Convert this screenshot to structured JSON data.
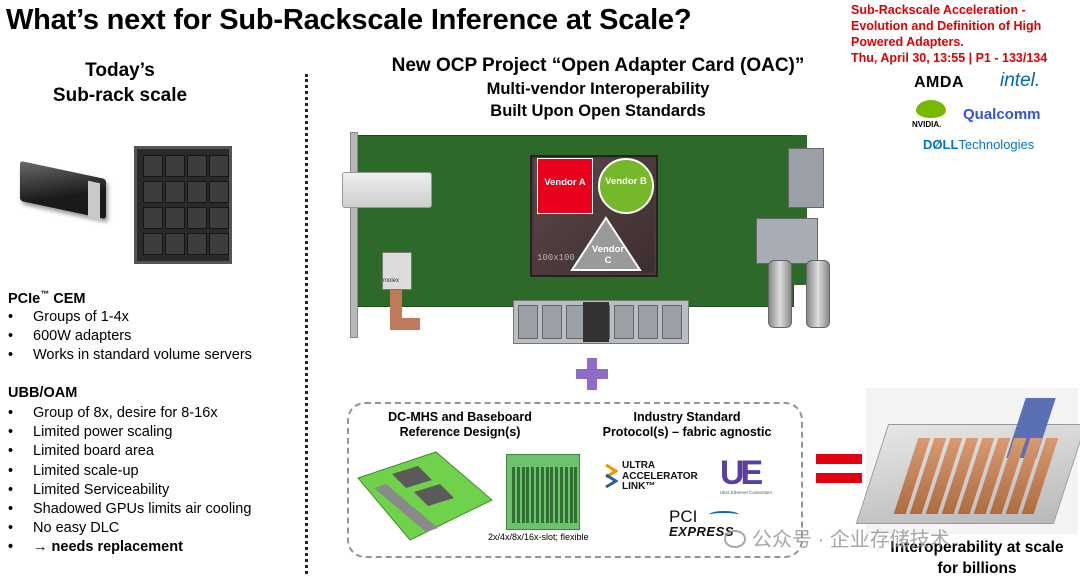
{
  "slide": {
    "title": "What’s next for Sub-Rackscale Inference at Scale?",
    "session": {
      "line1": "Sub-Rackscale Acceleration -",
      "line2": "Evolution and Definition of High",
      "line3": "Powered Adapters.",
      "line4": "Thu, April 30, 13:55 | P1 - 133/134",
      "color": "#e00000"
    },
    "logos": {
      "amd": "AMDA",
      "intel": "intel.",
      "nvidia": "NVIDIA.",
      "qualcomm": "Qualcomm",
      "dell_a": "DØLL",
      "dell_b": "Technologies"
    }
  },
  "left": {
    "heading_line1": "Today’s",
    "heading_line2": "Sub-rack scale",
    "pcie": {
      "heading_a": "PCIe",
      "heading_tm": "™",
      "heading_b": " CEM",
      "items": [
        "Groups of 1-4x",
        "600W adapters",
        "Works in standard volume servers"
      ]
    },
    "ubb": {
      "heading": "UBB/OAM",
      "items": [
        "Group of 8x, desire for 8-16x",
        "Limited power scaling",
        "Limited board area",
        "Limited scale-up",
        "Limited Serviceability",
        "Shadowed GPUs limits air cooling",
        "No easy DLC",
        "→ needs replacement"
      ]
    },
    "bullet": "•"
  },
  "right": {
    "head_line1": "New OCP Project “Open Adapter Card (OAC)”",
    "head_line2": "Multi-vendor Interoperability",
    "head_line3": "Built Upon Open Standards",
    "card": {
      "vendor_a": "Vendor A",
      "vendor_b": "Vendor B",
      "vendor_c": "Vendor C",
      "package_label": "100x100",
      "bracket_label": "molex"
    },
    "dcmhs_line1": "DC-MHS and Baseboard",
    "dcmhs_line2": "Reference Design(s)",
    "proto_line1": "Industry Standard",
    "proto_line2": "Protocol(s) – fabric agnostic",
    "slot_caption": "2x/4x/8x/16x-slot; flexible",
    "ual_line1": "ULTRA",
    "ual_line2": "ACCELERATOR",
    "ual_line3": "LINK™",
    "uec_mark": "UE",
    "uec_sub": "Ultra Ethernet Consortium",
    "pcie_line1": "PCI",
    "pcie_line2": "EXPRESS",
    "interop_line1": "Interoperability at scale",
    "interop_line2": "for billions"
  },
  "watermark": "公众号 · 企业存储技术",
  "colors": {
    "accent_red": "#e40010",
    "plus_purple": "#8e6cc8",
    "pcb_green": "#2d6a2a",
    "vendor_a_red": "#e8001c",
    "vendor_b_green": "#76b82a"
  }
}
